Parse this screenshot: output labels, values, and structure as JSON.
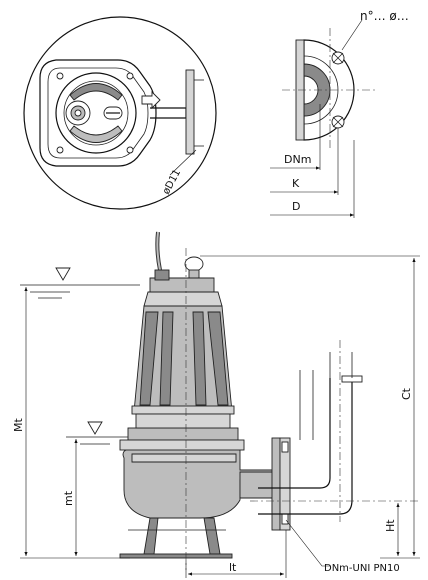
{
  "labels": {
    "n_holes": "n°… ø…",
    "dn_m": "DNm",
    "k": "K",
    "d": "D",
    "d1": "øD11",
    "mt_total": "Mt",
    "mt": "mt",
    "ct": "Ct",
    "ht": "Ht",
    "lt": "lt",
    "flange_spec": "DNm-UNI PN10"
  }
}
